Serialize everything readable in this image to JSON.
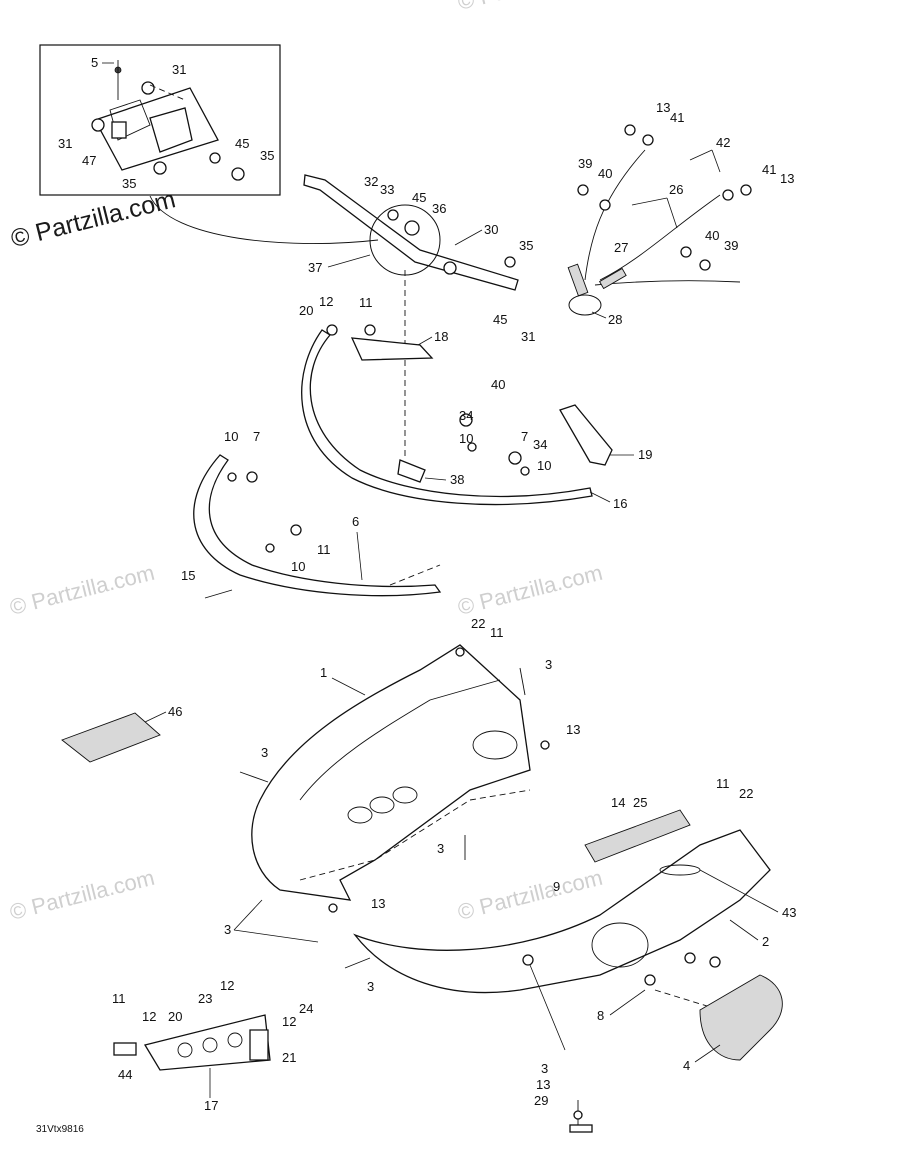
{
  "watermark": "© Partzilla.com",
  "figure_code": "31Vtx9816",
  "callouts": [
    "1",
    "2",
    "3",
    "4",
    "5",
    "6",
    "7",
    "8",
    "9",
    "10",
    "11",
    "12",
    "13",
    "14",
    "15",
    "16",
    "17",
    "18",
    "19",
    "20",
    "21",
    "22",
    "23",
    "24",
    "25",
    "26",
    "27",
    "28",
    "29",
    "30",
    "31",
    "32",
    "33",
    "34",
    "35",
    "36",
    "37",
    "38",
    "39",
    "40",
    "41",
    "42",
    "43",
    "44",
    "45",
    "46",
    "47"
  ],
  "icons": [
    "bolt-icon",
    "nut-icon",
    "washer-icon",
    "bracket-icon",
    "spring-icon",
    "cable-icon"
  ]
}
